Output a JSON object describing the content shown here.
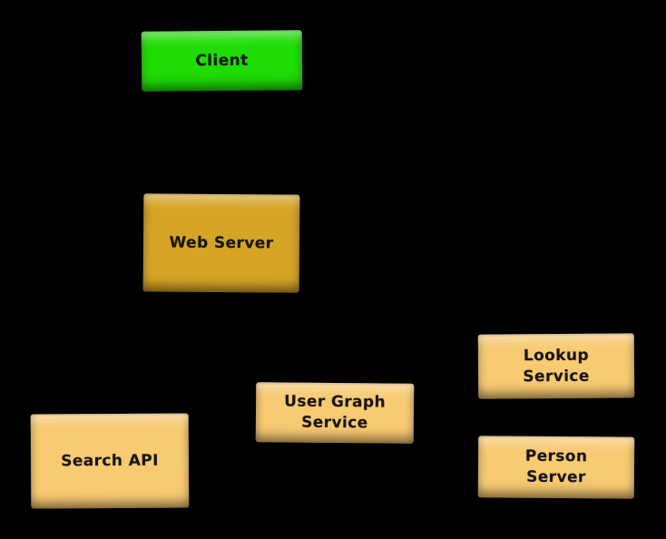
{
  "diagram": {
    "background_color": "#000000",
    "text_color": "#161616",
    "nodes": [
      {
        "id": "client",
        "label": "Client",
        "fill_color": "#1fdc04"
      },
      {
        "id": "web-server",
        "label": "Web Server",
        "fill_color": "#d6a426"
      },
      {
        "id": "lookup-service",
        "label": "Lookup\nService",
        "fill_color": "#f8ca72"
      },
      {
        "id": "user-graph-service",
        "label": "User Graph\nService",
        "fill_color": "#f8ca72"
      },
      {
        "id": "search-api",
        "label": "Search API",
        "fill_color": "#f8ca72"
      },
      {
        "id": "person-server",
        "label": "Person\nServer",
        "fill_color": "#f8ca72"
      }
    ]
  }
}
